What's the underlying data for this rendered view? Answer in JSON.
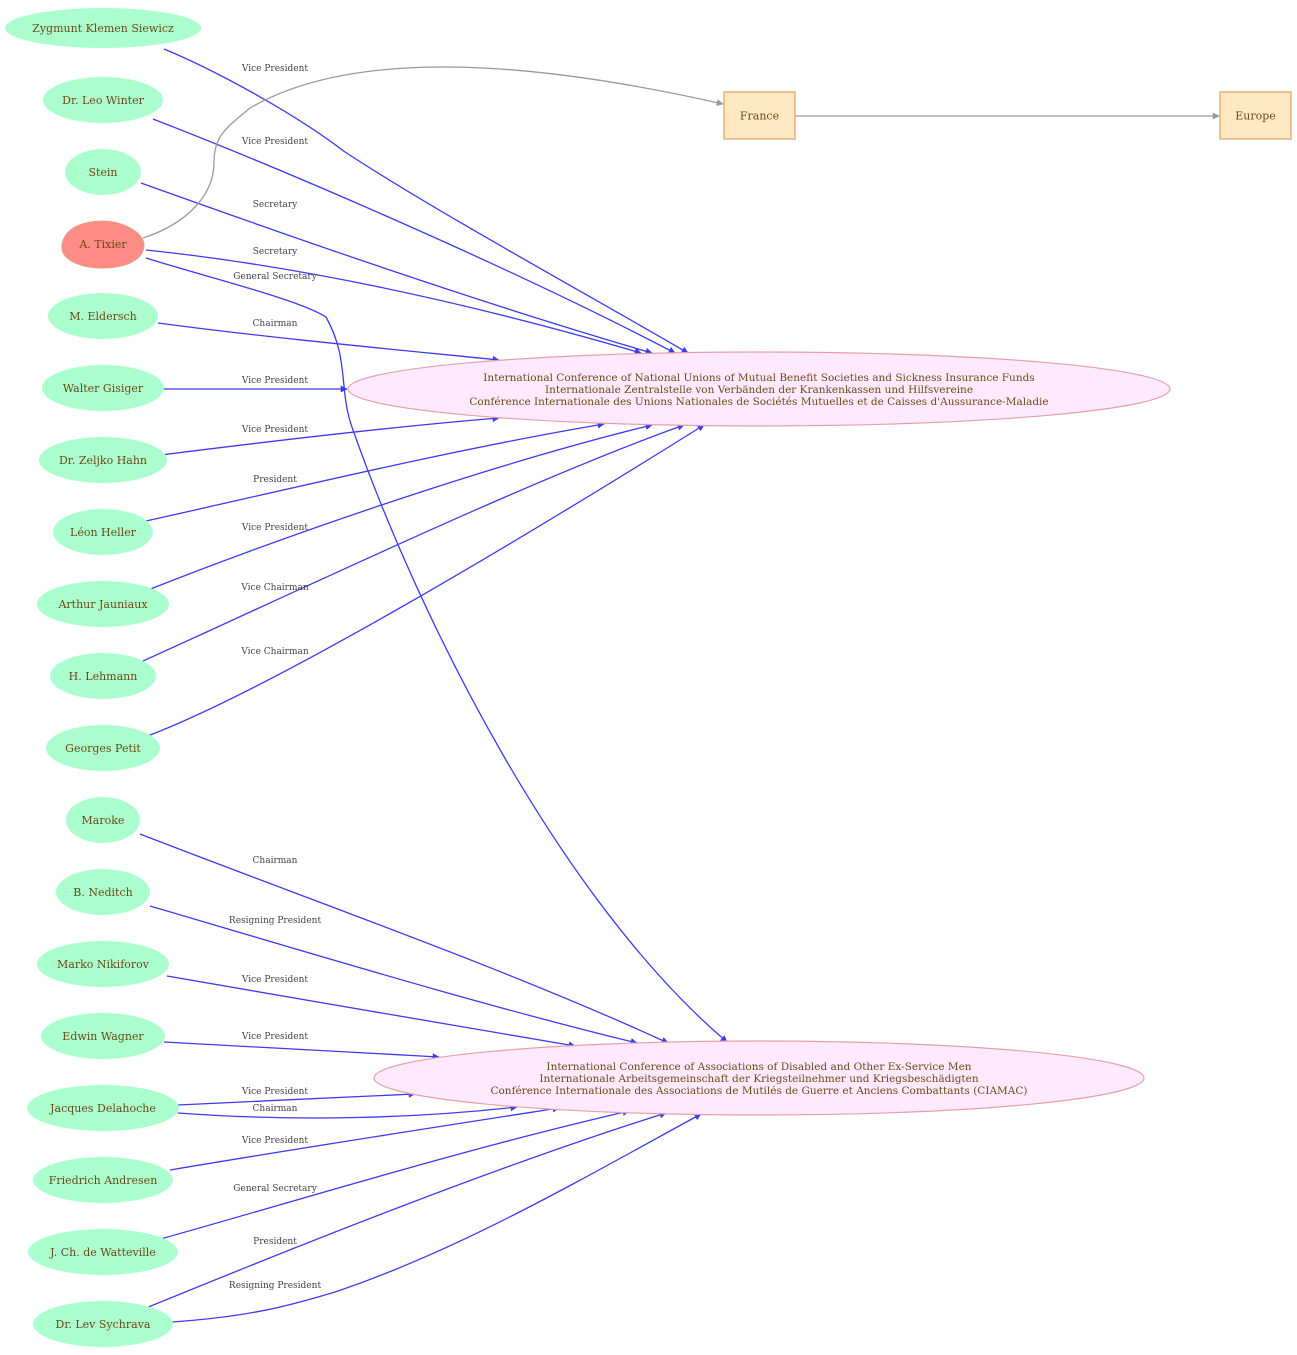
{
  "colors": {
    "person_fill": "#abffcf",
    "person_highlight_fill": "#ff8b87",
    "person_highlight_stroke": "#e0a080",
    "org_fill": "#ffe9ff",
    "org_stroke": "#e8a0a8",
    "place_fill": "#fee9c4",
    "place_stroke": "#e0a060",
    "edge_blue": "#3b3bef",
    "edge_grey": "#999999",
    "text": "#6b4a14"
  },
  "places": [
    {
      "id": "france",
      "label": "France"
    },
    {
      "id": "europe",
      "label": "Europe"
    }
  ],
  "organizations": [
    {
      "id": "org1",
      "lines": [
        "International Conference of National Unions of Mutual Benefit Societies and Sickness Insurance Funds",
        "Internationale Zentralstelle von Verbänden der Krankenkassen und Hilfsvereine",
        "Conférence Internationale des Unions Nationales de Sociétés Mutuelles et de Caisses d'Aussurance-Maladie"
      ]
    },
    {
      "id": "org2",
      "lines": [
        "International Conference of Associations of Disabled and Other Ex-Service Men",
        "Internationale Arbeitsgemeinschaft der Kriegsteilnehmer und Kriegsbeschädigten",
        "Conférence Internationale des Associations de Mutilés de Guerre et Anciens Combattants (CIAMAC)"
      ]
    }
  ],
  "people": [
    {
      "id": "p0",
      "label": "Zygmunt Klemen Siewicz"
    },
    {
      "id": "p1",
      "label": "Dr. Leo Winter"
    },
    {
      "id": "p2",
      "label": "Stein"
    },
    {
      "id": "p3",
      "label": "A.  Tixier",
      "highlight": true
    },
    {
      "id": "p4",
      "label": "M. Eldersch"
    },
    {
      "id": "p5",
      "label": "Walter Gisiger"
    },
    {
      "id": "p6",
      "label": "Dr. Zeljko Hahn"
    },
    {
      "id": "p7",
      "label": "Léon Heller"
    },
    {
      "id": "p8",
      "label": "Arthur Jauniaux"
    },
    {
      "id": "p9",
      "label": "H. Lehmann"
    },
    {
      "id": "p10",
      "label": "Georges Petit"
    },
    {
      "id": "p11",
      "label": "Maroke"
    },
    {
      "id": "p12",
      "label": "B. Neditch"
    },
    {
      "id": "p13",
      "label": "Marko Nikiforov"
    },
    {
      "id": "p14",
      "label": "Edwin Wagner"
    },
    {
      "id": "p15",
      "label": "Jacques Delahoche"
    },
    {
      "id": "p16",
      "label": "Friedrich  Andresen"
    },
    {
      "id": "p17",
      "label": "J. Ch. de Watteville"
    },
    {
      "id": "p18",
      "label": "Dr. Lev Sychrava"
    }
  ],
  "edges": [
    {
      "from": "p0",
      "to": "org1",
      "label": "Vice President"
    },
    {
      "from": "p1",
      "to": "org1",
      "label": "Vice President"
    },
    {
      "from": "p2",
      "to": "org1",
      "label": "Secretary"
    },
    {
      "from": "p3",
      "to": "org1",
      "label": "Secretary"
    },
    {
      "from": "p3",
      "to": "org2",
      "label": "General Secretary"
    },
    {
      "from": "p4",
      "to": "org1",
      "label": "Chairman"
    },
    {
      "from": "p5",
      "to": "org1",
      "label": "Vice President"
    },
    {
      "from": "p6",
      "to": "org1",
      "label": "Vice President"
    },
    {
      "from": "p7",
      "to": "org1",
      "label": "President"
    },
    {
      "from": "p8",
      "to": "org1",
      "label": "Vice President"
    },
    {
      "from": "p9",
      "to": "org1",
      "label": "Vice Chairman"
    },
    {
      "from": "p10",
      "to": "org1",
      "label": "Vice Chairman"
    },
    {
      "from": "p11",
      "to": "org2",
      "label": "Chairman"
    },
    {
      "from": "p12",
      "to": "org2",
      "label": "Resigning President"
    },
    {
      "from": "p13",
      "to": "org2",
      "label": "Vice President"
    },
    {
      "from": "p14",
      "to": "org2",
      "label": "Vice President"
    },
    {
      "from": "p15",
      "to": "org2",
      "label": "Vice President"
    },
    {
      "from": "p15",
      "to": "org2",
      "label": "Chairman"
    },
    {
      "from": "p16",
      "to": "org2",
      "label": "Vice President"
    },
    {
      "from": "p17",
      "to": "org2",
      "label": "General Secretary"
    },
    {
      "from": "p18",
      "to": "org2",
      "label": "President"
    },
    {
      "from": "p18",
      "to": "org2",
      "label": "Resigning President"
    },
    {
      "from": "p3",
      "to": "france",
      "label": "",
      "kind": "location"
    },
    {
      "from": "france",
      "to": "europe",
      "label": "",
      "kind": "location"
    }
  ]
}
